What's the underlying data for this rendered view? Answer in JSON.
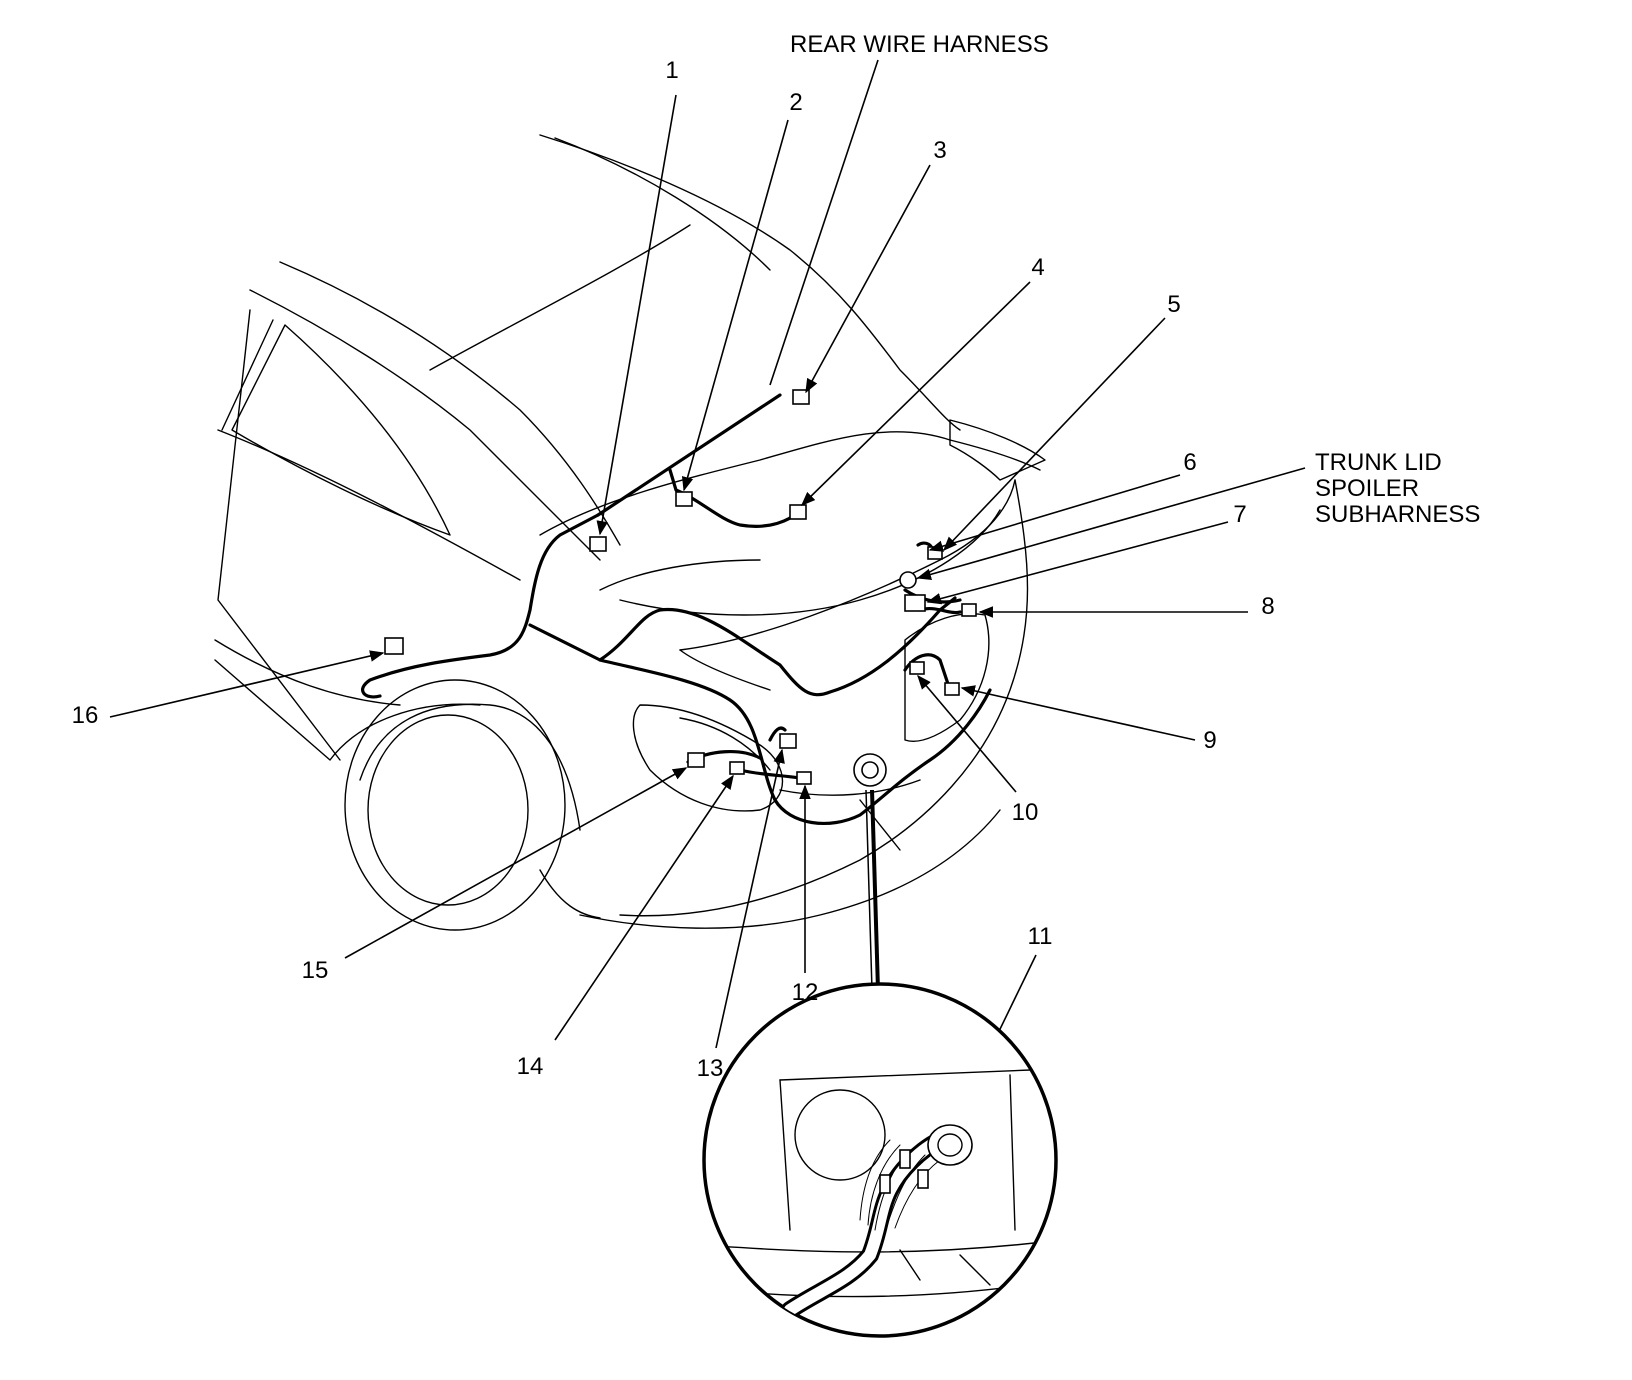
{
  "title_label": "REAR WIRE HARNESS",
  "subharness_label": [
    "TRUNK LID",
    "SPOILER",
    "SUBHARNESS"
  ],
  "callouts": [
    "1",
    "2",
    "3",
    "4",
    "5",
    "6",
    "7",
    "8",
    "9",
    "10",
    "11",
    "12",
    "13",
    "14",
    "15",
    "16"
  ]
}
